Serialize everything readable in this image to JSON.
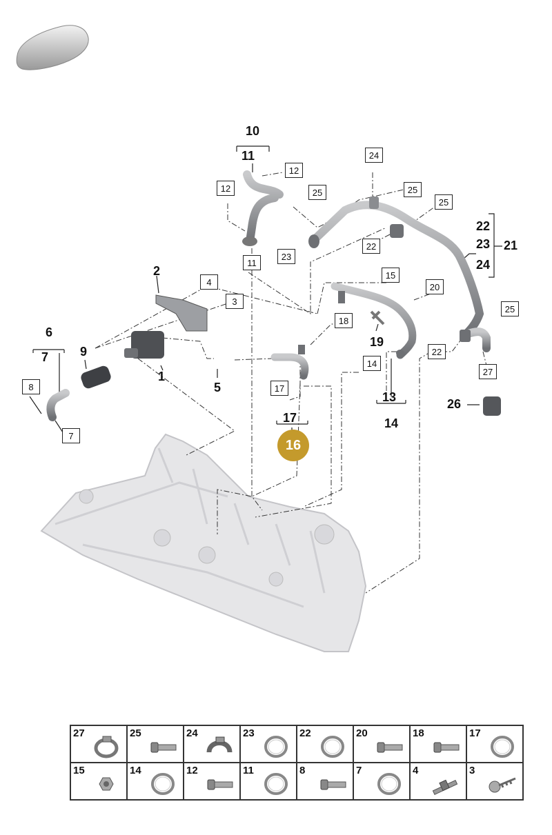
{
  "vehicle_icon": "car-silhouette-icon",
  "callouts": {
    "c10": "10",
    "c11_top": "11",
    "c12_right": "12",
    "c12_left": "12",
    "c11_box": "11",
    "c24_top": "24",
    "c25_a": "25",
    "c25_b": "25",
    "c25_c": "25",
    "c22_mid": "22",
    "c23": "23",
    "c22_bracket": "22",
    "c23_bracket": "23",
    "c24_bracket": "24",
    "c21": "21",
    "c2": "2",
    "c4": "4",
    "c3": "3",
    "c15": "15",
    "c20": "20",
    "c18": "18",
    "c19": "19",
    "c25_right": "25",
    "c22_right": "22",
    "c27": "27",
    "c26": "26",
    "c6": "6",
    "c7_label": "7",
    "c9": "9",
    "c1": "1",
    "c5": "5",
    "c8": "8",
    "c7_box": "7",
    "c17_box": "17",
    "c14_box": "14",
    "c13": "13",
    "c14_label": "14",
    "c17_label": "17",
    "c16": "16"
  },
  "legend": [
    {
      "num": "27",
      "icon": "hose-clamp-icon"
    },
    {
      "num": "25",
      "icon": "bolt-icon"
    },
    {
      "num": "24",
      "icon": "clip-icon"
    },
    {
      "num": "23",
      "icon": "o-ring-icon"
    },
    {
      "num": "22",
      "icon": "o-ring-icon"
    },
    {
      "num": "20",
      "icon": "bolt-icon"
    },
    {
      "num": "18",
      "icon": "bolt-icon"
    },
    {
      "num": "17",
      "icon": "o-ring-icon"
    },
    {
      "num": "15",
      "icon": "nut-icon"
    },
    {
      "num": "14",
      "icon": "o-ring-icon"
    },
    {
      "num": "12",
      "icon": "bolt-icon"
    },
    {
      "num": "11",
      "icon": "o-ring-icon"
    },
    {
      "num": "8",
      "icon": "bolt-icon"
    },
    {
      "num": "7",
      "icon": "o-ring-icon"
    },
    {
      "num": "4",
      "icon": "stud-bolt-icon"
    },
    {
      "num": "3",
      "icon": "self-tapping-screw-icon"
    }
  ],
  "colors": {
    "highlight": "#c49a2c",
    "part": "#8a8c90",
    "engine": "#e4e4e6"
  }
}
